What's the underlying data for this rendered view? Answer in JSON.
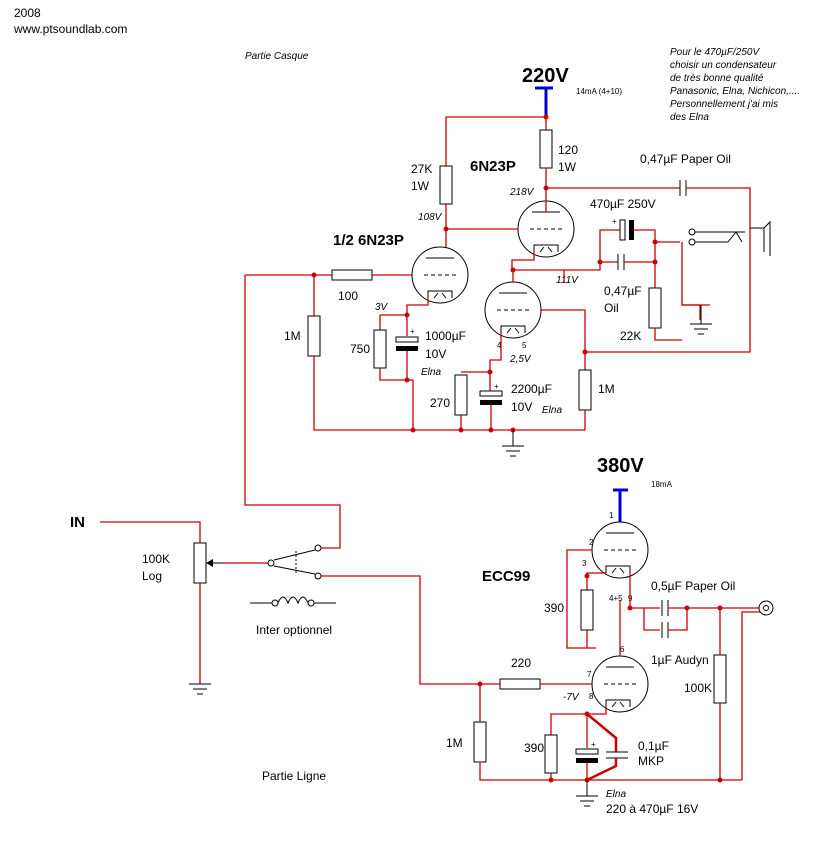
{
  "header": {
    "year": "2008",
    "site": "www.ptsoundlab.com"
  },
  "sections": {
    "headphone": "Partie Casque",
    "line": "Partie Ligne"
  },
  "note": {
    "lines": [
      "Pour le 470µF/250V",
      "choisir un condensateur",
      "de très bonne qualité",
      "Panasonic, Elna, Nichicon,....",
      "Personnellement j'ai mis",
      "des Elna"
    ]
  },
  "supply_top": {
    "voltage": "220V",
    "current": "14mA (4+10)"
  },
  "supply_bottom": {
    "voltage": "380V",
    "current": "18mA"
  },
  "tubes": {
    "t1": "1/2 6N23P",
    "t2": "6N23P",
    "t3": "ECC99"
  },
  "labels": {
    "r27k_a": "27K",
    "r27k_b": "1W",
    "r120_a": "120",
    "r120_b": "1W",
    "v218": "218V",
    "v108": "108V",
    "v111": "111V",
    "v3": "3V",
    "v25": "2,5V",
    "vm7": "-7V",
    "c047po": "0,47µF Paper Oil",
    "c470": "470µF 250V",
    "c047o_a": "0,47µF",
    "c047o_b": "Oil",
    "r22k": "22K",
    "r100": "100",
    "r1m_a": "1M",
    "r750": "750",
    "c1000_a": "1000µF",
    "c1000_b": "10V",
    "c1000_c": "Elna",
    "r270": "270",
    "c2200_a": "2200µF",
    "c2200_b": "10V",
    "c2200_c": "Elna",
    "r1m_b": "1M",
    "pin4": "4",
    "pin5": "5",
    "in": "IN",
    "pot_a": "100K",
    "pot_b": "Log",
    "inter": "Inter optionnel",
    "pin1": "1",
    "pin2": "2",
    "pin3": "3",
    "pin45": "4+5",
    "pin9": "9",
    "pin6": "6",
    "pin7": "7",
    "pin8": "8",
    "r390_a": "390",
    "c05po": "0,5µF Paper Oil",
    "c1audyn": "1µF  Audyn",
    "r220": "220",
    "r100k": "100K",
    "r1m_c": "1M",
    "r390_b": "390",
    "c01_a": "0,1µF",
    "c01_b": "MKP",
    "cbot_a": "Elna",
    "cbot_b": "220 à 470µF  16V"
  }
}
